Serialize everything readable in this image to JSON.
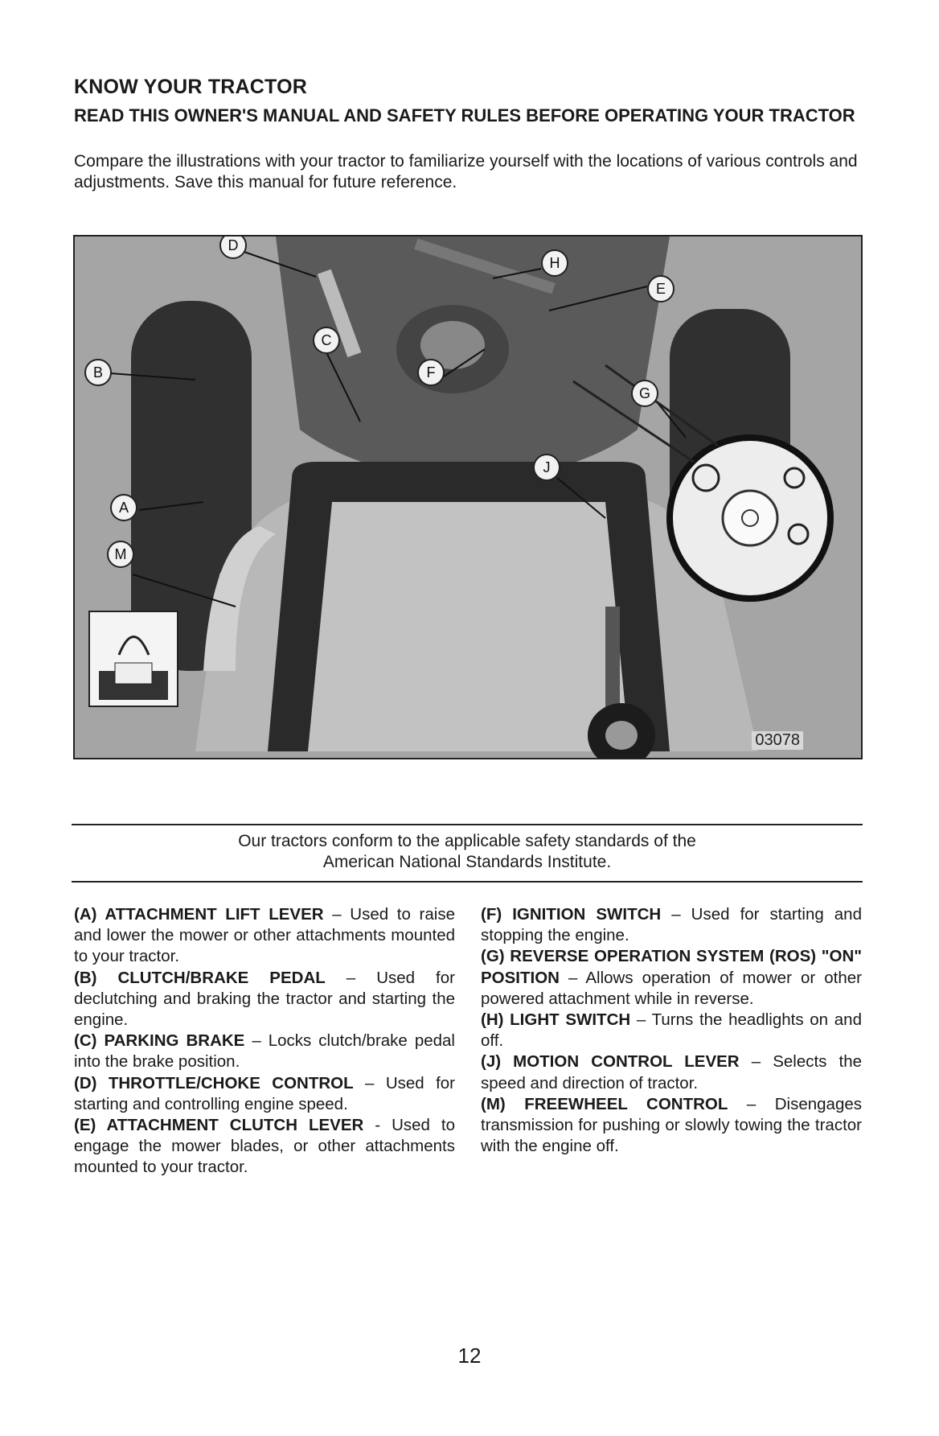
{
  "header": {
    "title": "KNOW YOUR TRACTOR",
    "subtitle": "READ THIS OWNER'S MANUAL AND SAFETY RULES BEFORE OPERATING YOUR TRACTOR",
    "intro": "Compare the illustrations with your tractor to familiarize yourself with the locations of various controls and adjustments.  Save this manual for future reference."
  },
  "figure": {
    "code": "03078",
    "callouts": [
      "D",
      "H",
      "E",
      "C",
      "B",
      "F",
      "G",
      "J",
      "A",
      "M"
    ]
  },
  "conformity": {
    "line1": "Our tractors conform to the applicable safety standards of the",
    "line2": "American National Standards Institute."
  },
  "controls_left": [
    {
      "label": "(A) ATTACHMENT LIFT LEVER",
      "text": " – Used to raise and lower the mower or other attachments mounted to your tractor."
    },
    {
      "label": "(B) CLUTCH/BRAKE PEDAL",
      "text": " – Used for declutching and braking the tractor and starting the engine."
    },
    {
      "label": "(C) PARKING BRAKE",
      "text": " – Locks clutch/brake pedal into the brake position."
    },
    {
      "label": "(D) THROTTLE/CHOKE CONTROL",
      "text": " – Used for starting and controlling engine speed."
    },
    {
      "label": "(E) ATTACHMENT CLUTCH LEVER",
      "text": " - Used to engage the mower blades, or other attachments mounted to your tractor."
    }
  ],
  "controls_right": [
    {
      "label": "(F) IGNITION SWITCH",
      "text": " – Used for starting and stopping the engine."
    },
    {
      "label": "(G) REVERSE OPERATION SYSTEM (ROS) \"ON\" POSITION",
      "text": " – Allows operation of mower or other powered attachment while in reverse."
    },
    {
      "label": "(H) LIGHT SWITCH",
      "text": " – Turns the headlights on and off."
    },
    {
      "label": "(J) MOTION CONTROL LEVER",
      "text": " – Selects the speed and direction of tractor."
    },
    {
      "label": "(M) FREEWHEEL CONTROL",
      "text": " – Disengages transmission for pushing or slowly towing the tractor with the engine off."
    }
  ],
  "page_number": "12"
}
